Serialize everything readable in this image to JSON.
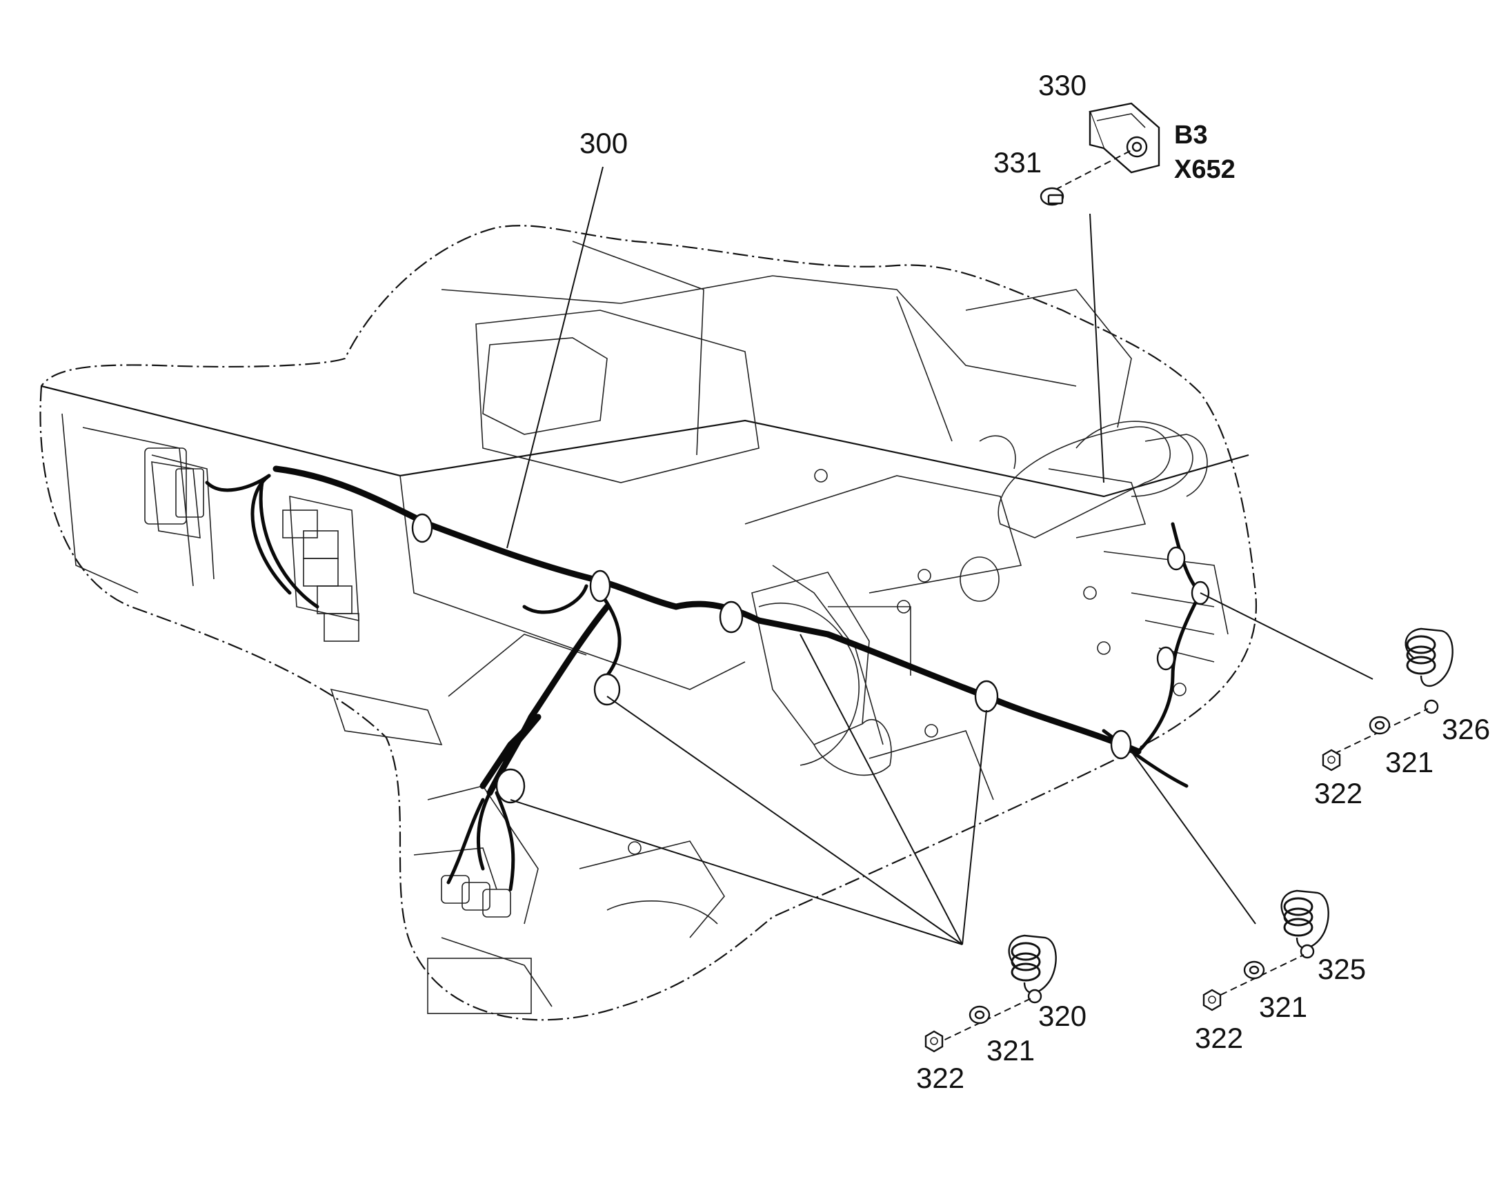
{
  "callouts": {
    "c300": "300",
    "c330": "330",
    "c331": "331",
    "c_b3": "B3",
    "c_x652": "X652",
    "c326": "326",
    "c321_a": "321",
    "c322_a": "322",
    "c325": "325",
    "c321_b": "321",
    "c322_b": "322",
    "c320": "320",
    "c321_c": "321",
    "c322_c": "322"
  }
}
